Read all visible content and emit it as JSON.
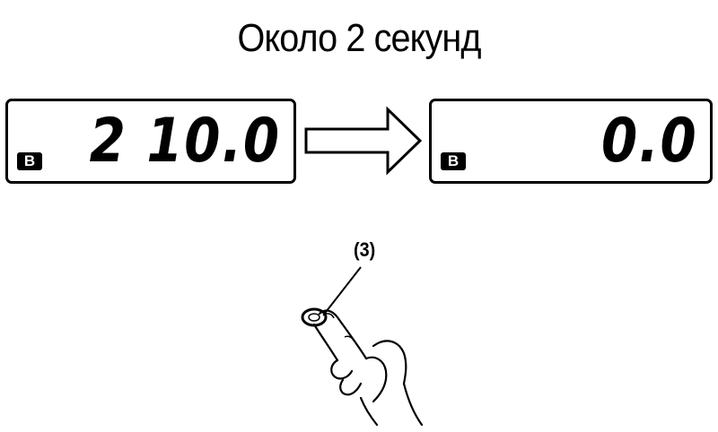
{
  "title": "Около 2 секунд",
  "display_before": {
    "mode": "B",
    "value": "2 10.0"
  },
  "display_after": {
    "mode": "B",
    "value": "0.0"
  },
  "callout": "(3)",
  "icons": {
    "arrow": "right-arrow-outline-icon",
    "hand": "finger-pressing-button-icon"
  }
}
